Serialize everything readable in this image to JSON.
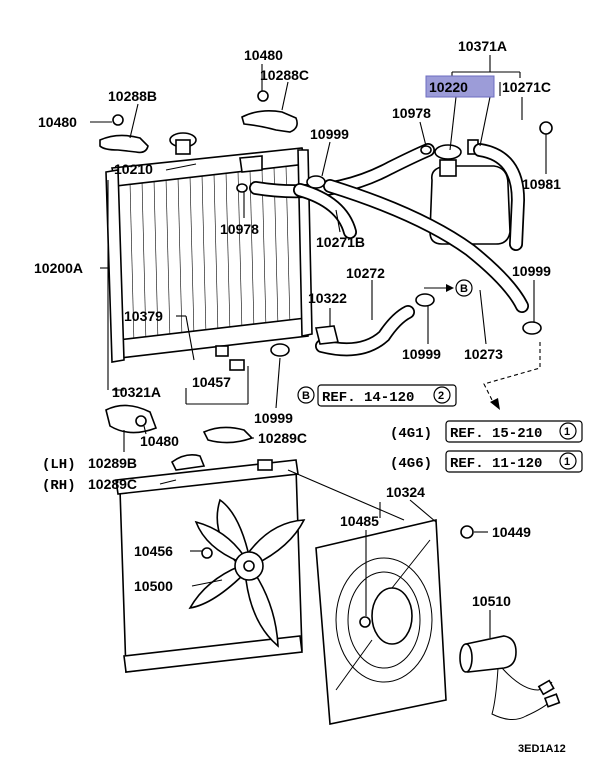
{
  "colors": {
    "highlight": "#9c9cd8",
    "line": "#000000",
    "background": "#ffffff"
  },
  "labels": {
    "p10371A": "10371A",
    "p10480_top": "10480",
    "p10288C": "10288C",
    "p10220": "10220",
    "p10271C": "10271C",
    "p10288B": "10288B",
    "p10978_tank": "10978",
    "p10480_left": "10480",
    "p10999_top": "10999",
    "p10981": "10981",
    "p10210": "10210",
    "p10978_rad": "10978",
    "p10271B": "10271B",
    "p10200A": "10200A",
    "p10272": "10272",
    "p10999_right": "10999",
    "p10322": "10322",
    "p10379": "10379",
    "p10999_mid": "10999",
    "p10273": "10273",
    "p10457": "10457",
    "p10321A": "10321A",
    "p10999_bot": "10999",
    "p10480_bot": "10480",
    "p10289C_mid": "10289C",
    "lh_label": "(LH)",
    "p10289B": "10289B",
    "rh_label": "(RH)",
    "p10289C_low": "10289C",
    "p10324": "10324",
    "p10485": "10485",
    "p10449": "10449",
    "p10456": "10456",
    "p10500": "10500",
    "p10510": "10510"
  },
  "references": {
    "b_marker": "B",
    "ref1_text": "REF. 14-120",
    "ref1_num": "2",
    "ref2_engine": "(4G1)",
    "ref2_text": "REF. 15-210",
    "ref2_num": "1",
    "ref3_engine": "(4G6)",
    "ref3_text": "REF. 11-120",
    "ref3_num": "1"
  },
  "diagram_code": "3ED1A12"
}
